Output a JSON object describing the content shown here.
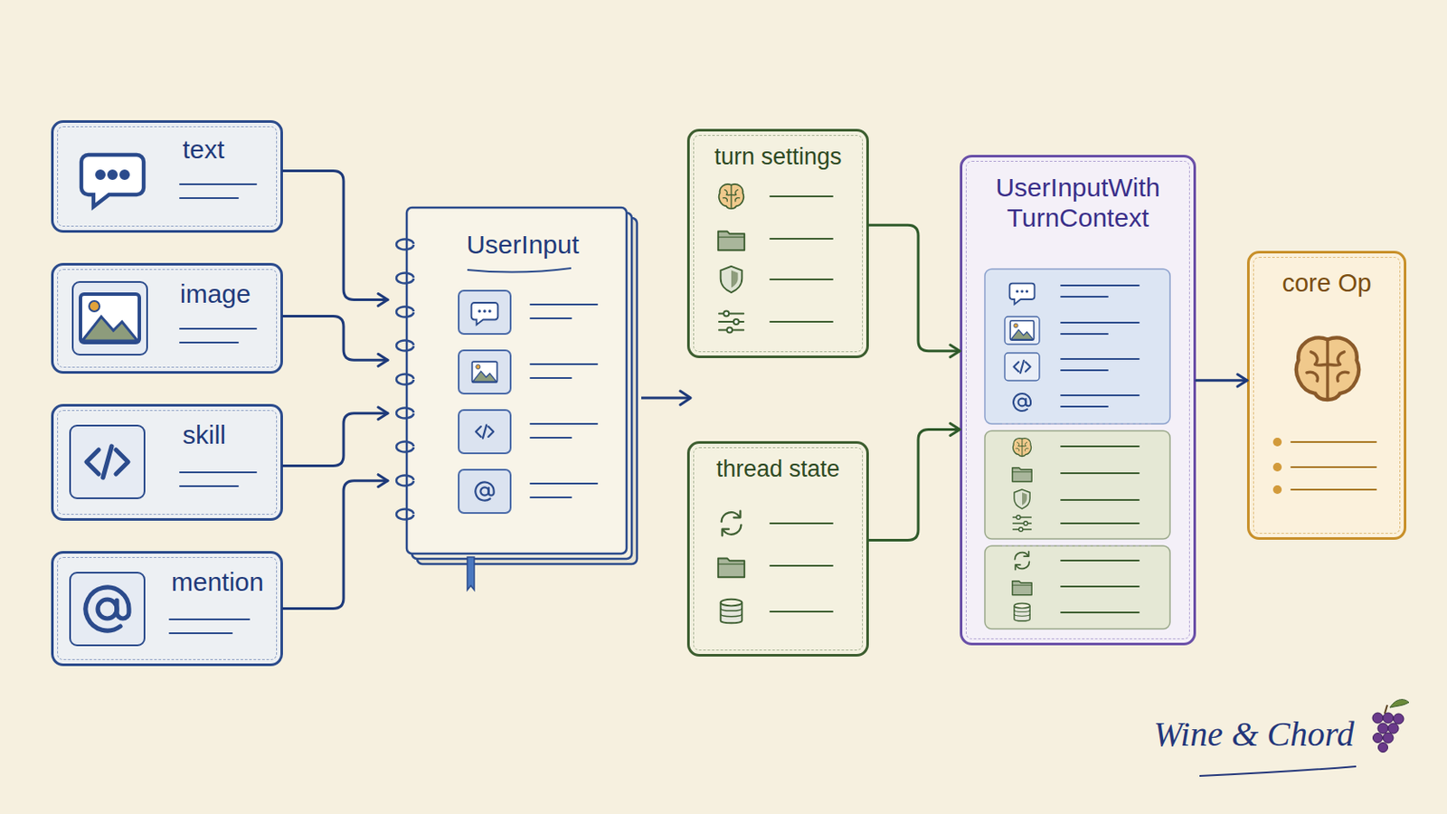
{
  "diagram": {
    "nodes": [
      {
        "text": [
          "text"
        ]
      },
      {
        "text": [
          "image"
        ]
      },
      {
        "text": [
          "skill"
        ]
      },
      {
        "text": [
          "mention"
        ]
      },
      {
        "text": [
          "UserInput"
        ]
      },
      {
        "text": [
          "turn settings"
        ]
      },
      {
        "text": [
          "thread state"
        ]
      },
      {
        "text": [
          "UserInputWith TurnContext"
        ]
      },
      {
        "text": [
          "core Op"
        ]
      }
    ],
    "edges": [
      {
        "from": 0,
        "to": 4,
        "arrow": "to"
      },
      {
        "from": 1,
        "to": 4,
        "arrow": "to"
      },
      {
        "from": 2,
        "to": 4,
        "arrow": "to"
      },
      {
        "from": 3,
        "to": 4,
        "arrow": "to"
      },
      {
        "from": 5,
        "to": 7,
        "arrow": "to"
      },
      {
        "from": 6,
        "to": 7,
        "arrow": "to"
      },
      {
        "from": 7,
        "to": 8,
        "arrow": "to"
      }
    ],
    "labels": [
      "Wine & Chord"
    ]
  }
}
